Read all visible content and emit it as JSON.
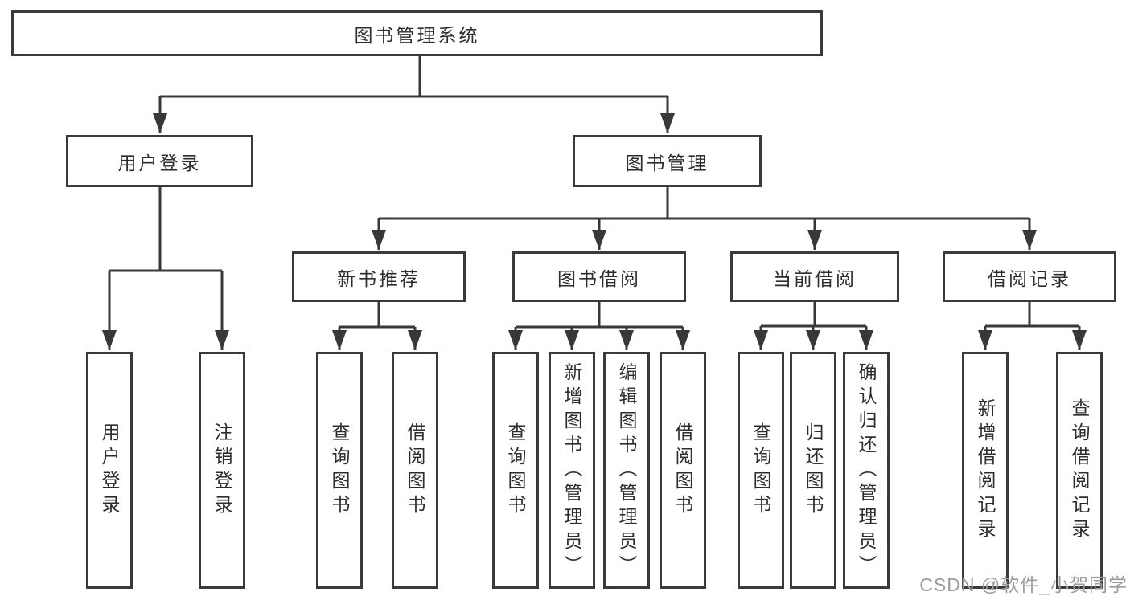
{
  "diagram": {
    "root": {
      "label": "图书管理系统"
    },
    "level2": [
      {
        "label": "用户登录"
      },
      {
        "label": "图书管理"
      }
    ],
    "level3": [
      {
        "label": "新书推荐"
      },
      {
        "label": "图书借阅"
      },
      {
        "label": "当前借阅"
      },
      {
        "label": "借阅记录"
      }
    ],
    "leaves": {
      "user_login": [
        {
          "label": "用户登录"
        },
        {
          "label": "注销登录"
        }
      ],
      "new_book": [
        {
          "label": "查询图书"
        },
        {
          "label": "借阅图书"
        }
      ],
      "book_borrow": [
        {
          "label": "查询图书"
        },
        {
          "label": "新增图书（管理员）"
        },
        {
          "label": "编辑图书（管理员）"
        },
        {
          "label": "借阅图书"
        }
      ],
      "current_borrow": [
        {
          "label": "查询图书"
        },
        {
          "label": "归还图书"
        },
        {
          "label": "确认归还（管理员）"
        }
      ],
      "borrow_record": [
        {
          "label": "新增借阅记录"
        },
        {
          "label": "查询借阅记录"
        }
      ]
    }
  },
  "watermark": {
    "text": "CSDN @软件_小贺同学"
  },
  "colors": {
    "line": "#383838",
    "border": "#3a3a3a",
    "text": "#2d2d2d",
    "watermark": "#9b9b9b",
    "background": "#ffffff"
  }
}
